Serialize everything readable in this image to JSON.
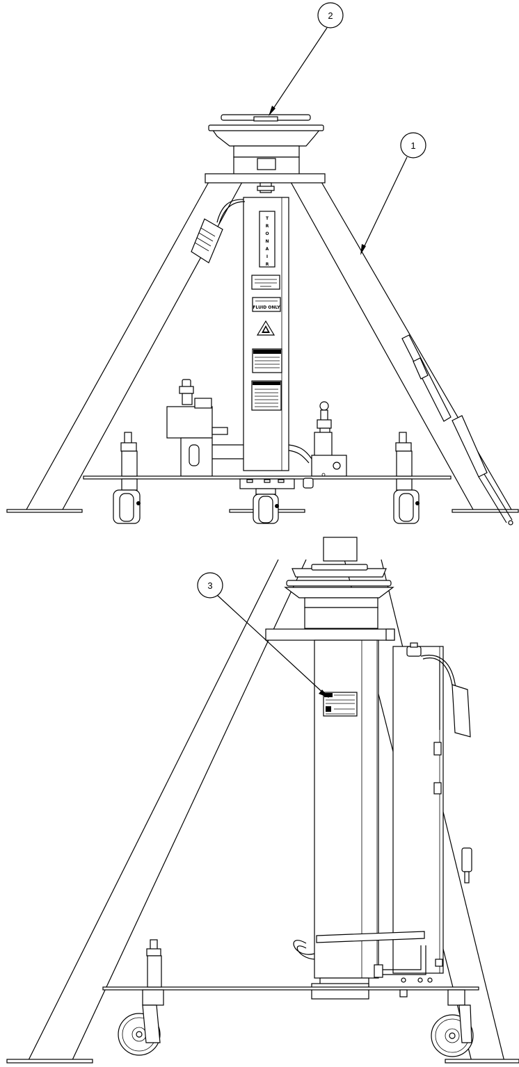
{
  "callouts": [
    {
      "id": "callout-2",
      "number": "2"
    },
    {
      "id": "callout-1",
      "number": "1"
    },
    {
      "id": "callout-3",
      "number": "3"
    }
  ],
  "column_labels": {
    "brand_letters": [
      "T",
      "R",
      "O",
      "N",
      "A",
      "I",
      "R"
    ],
    "fluid_plate": "FLUID ONLY"
  }
}
